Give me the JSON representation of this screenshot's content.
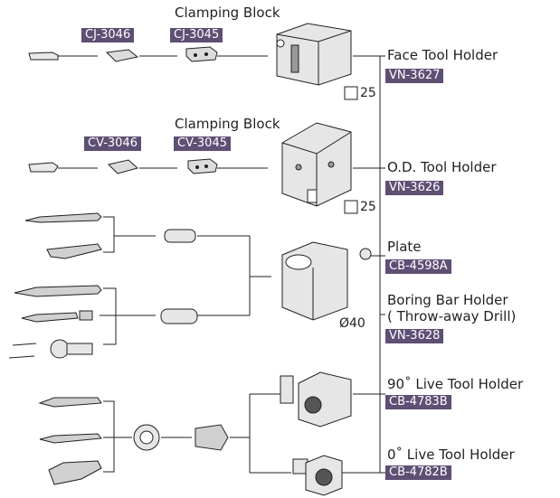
{
  "clamp1": {
    "title": "Clamping Block",
    "codeA": "CJ-3046",
    "codeB": "CJ-3045"
  },
  "clamp2": {
    "title": "Clamping Block",
    "codeA": "CV-3046",
    "codeB": "CV-3045"
  },
  "holders": [
    {
      "name": "Face Tool Holder",
      "code": "VN-3627"
    },
    {
      "name": "O.D. Tool Holder",
      "code": "VN-3626"
    },
    {
      "name": "Plate",
      "code": "CB-4598A"
    },
    {
      "name": "Boring Bar Holder",
      "name2": "( Throw-away Drill)",
      "code": "VN-3628"
    },
    {
      "name": "90˚ Live Tool Holder",
      "code": "CB-4783B"
    },
    {
      "name": "0˚ Live Tool Holder",
      "code": "CB-4782B"
    }
  ],
  "dims": {
    "d1": "25",
    "d2": "25",
    "d3": "Ø40"
  }
}
